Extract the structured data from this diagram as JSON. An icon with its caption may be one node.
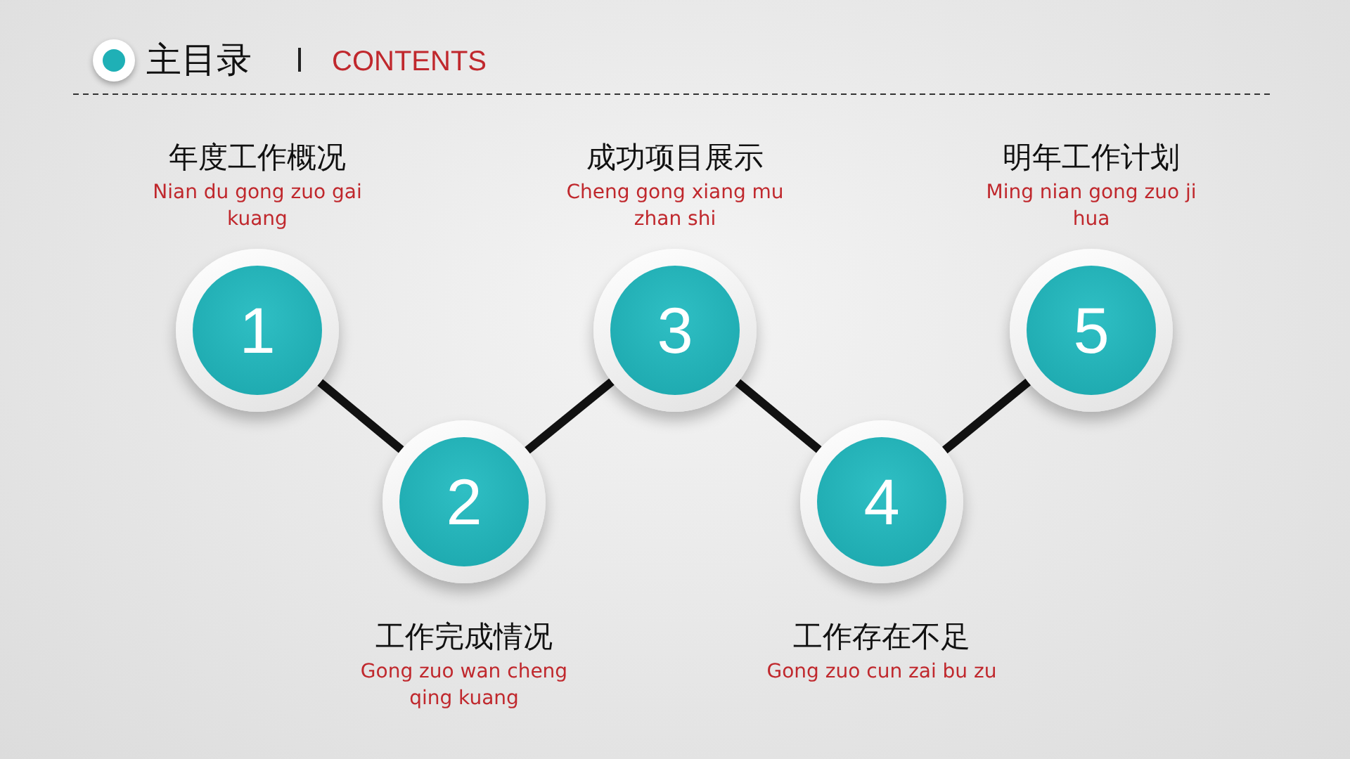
{
  "diagram": {
    "title": "主目录",
    "nodes": [
      {
        "text": [
          "1"
        ],
        "beside": [
          "年度工作概况",
          "Nian du gong zuo gai kuang"
        ]
      },
      {
        "text": [
          "2"
        ],
        "beside": [
          "工作完成情况",
          "Gong zuo wan cheng qing kuang"
        ]
      },
      {
        "text": [
          "3"
        ],
        "beside": [
          "成功项目展示",
          "Cheng gong xiang mu zhan shi"
        ]
      },
      {
        "text": [
          "4"
        ],
        "beside": [
          "工作存在不足",
          "Gong zuo cun zai bu zu"
        ]
      },
      {
        "text": [
          "5"
        ],
        "beside": [
          "明年工作计划",
          "Ming nian gong zuo ji hua"
        ]
      }
    ],
    "edges": [
      {
        "from": 0,
        "to": 1,
        "arrow": "none"
      },
      {
        "from": 1,
        "to": 2,
        "arrow": "none"
      },
      {
        "from": 2,
        "to": 3,
        "arrow": "none"
      },
      {
        "from": 3,
        "to": 4,
        "arrow": "none"
      }
    ],
    "labels": [
      "CONTENTS"
    ]
  }
}
